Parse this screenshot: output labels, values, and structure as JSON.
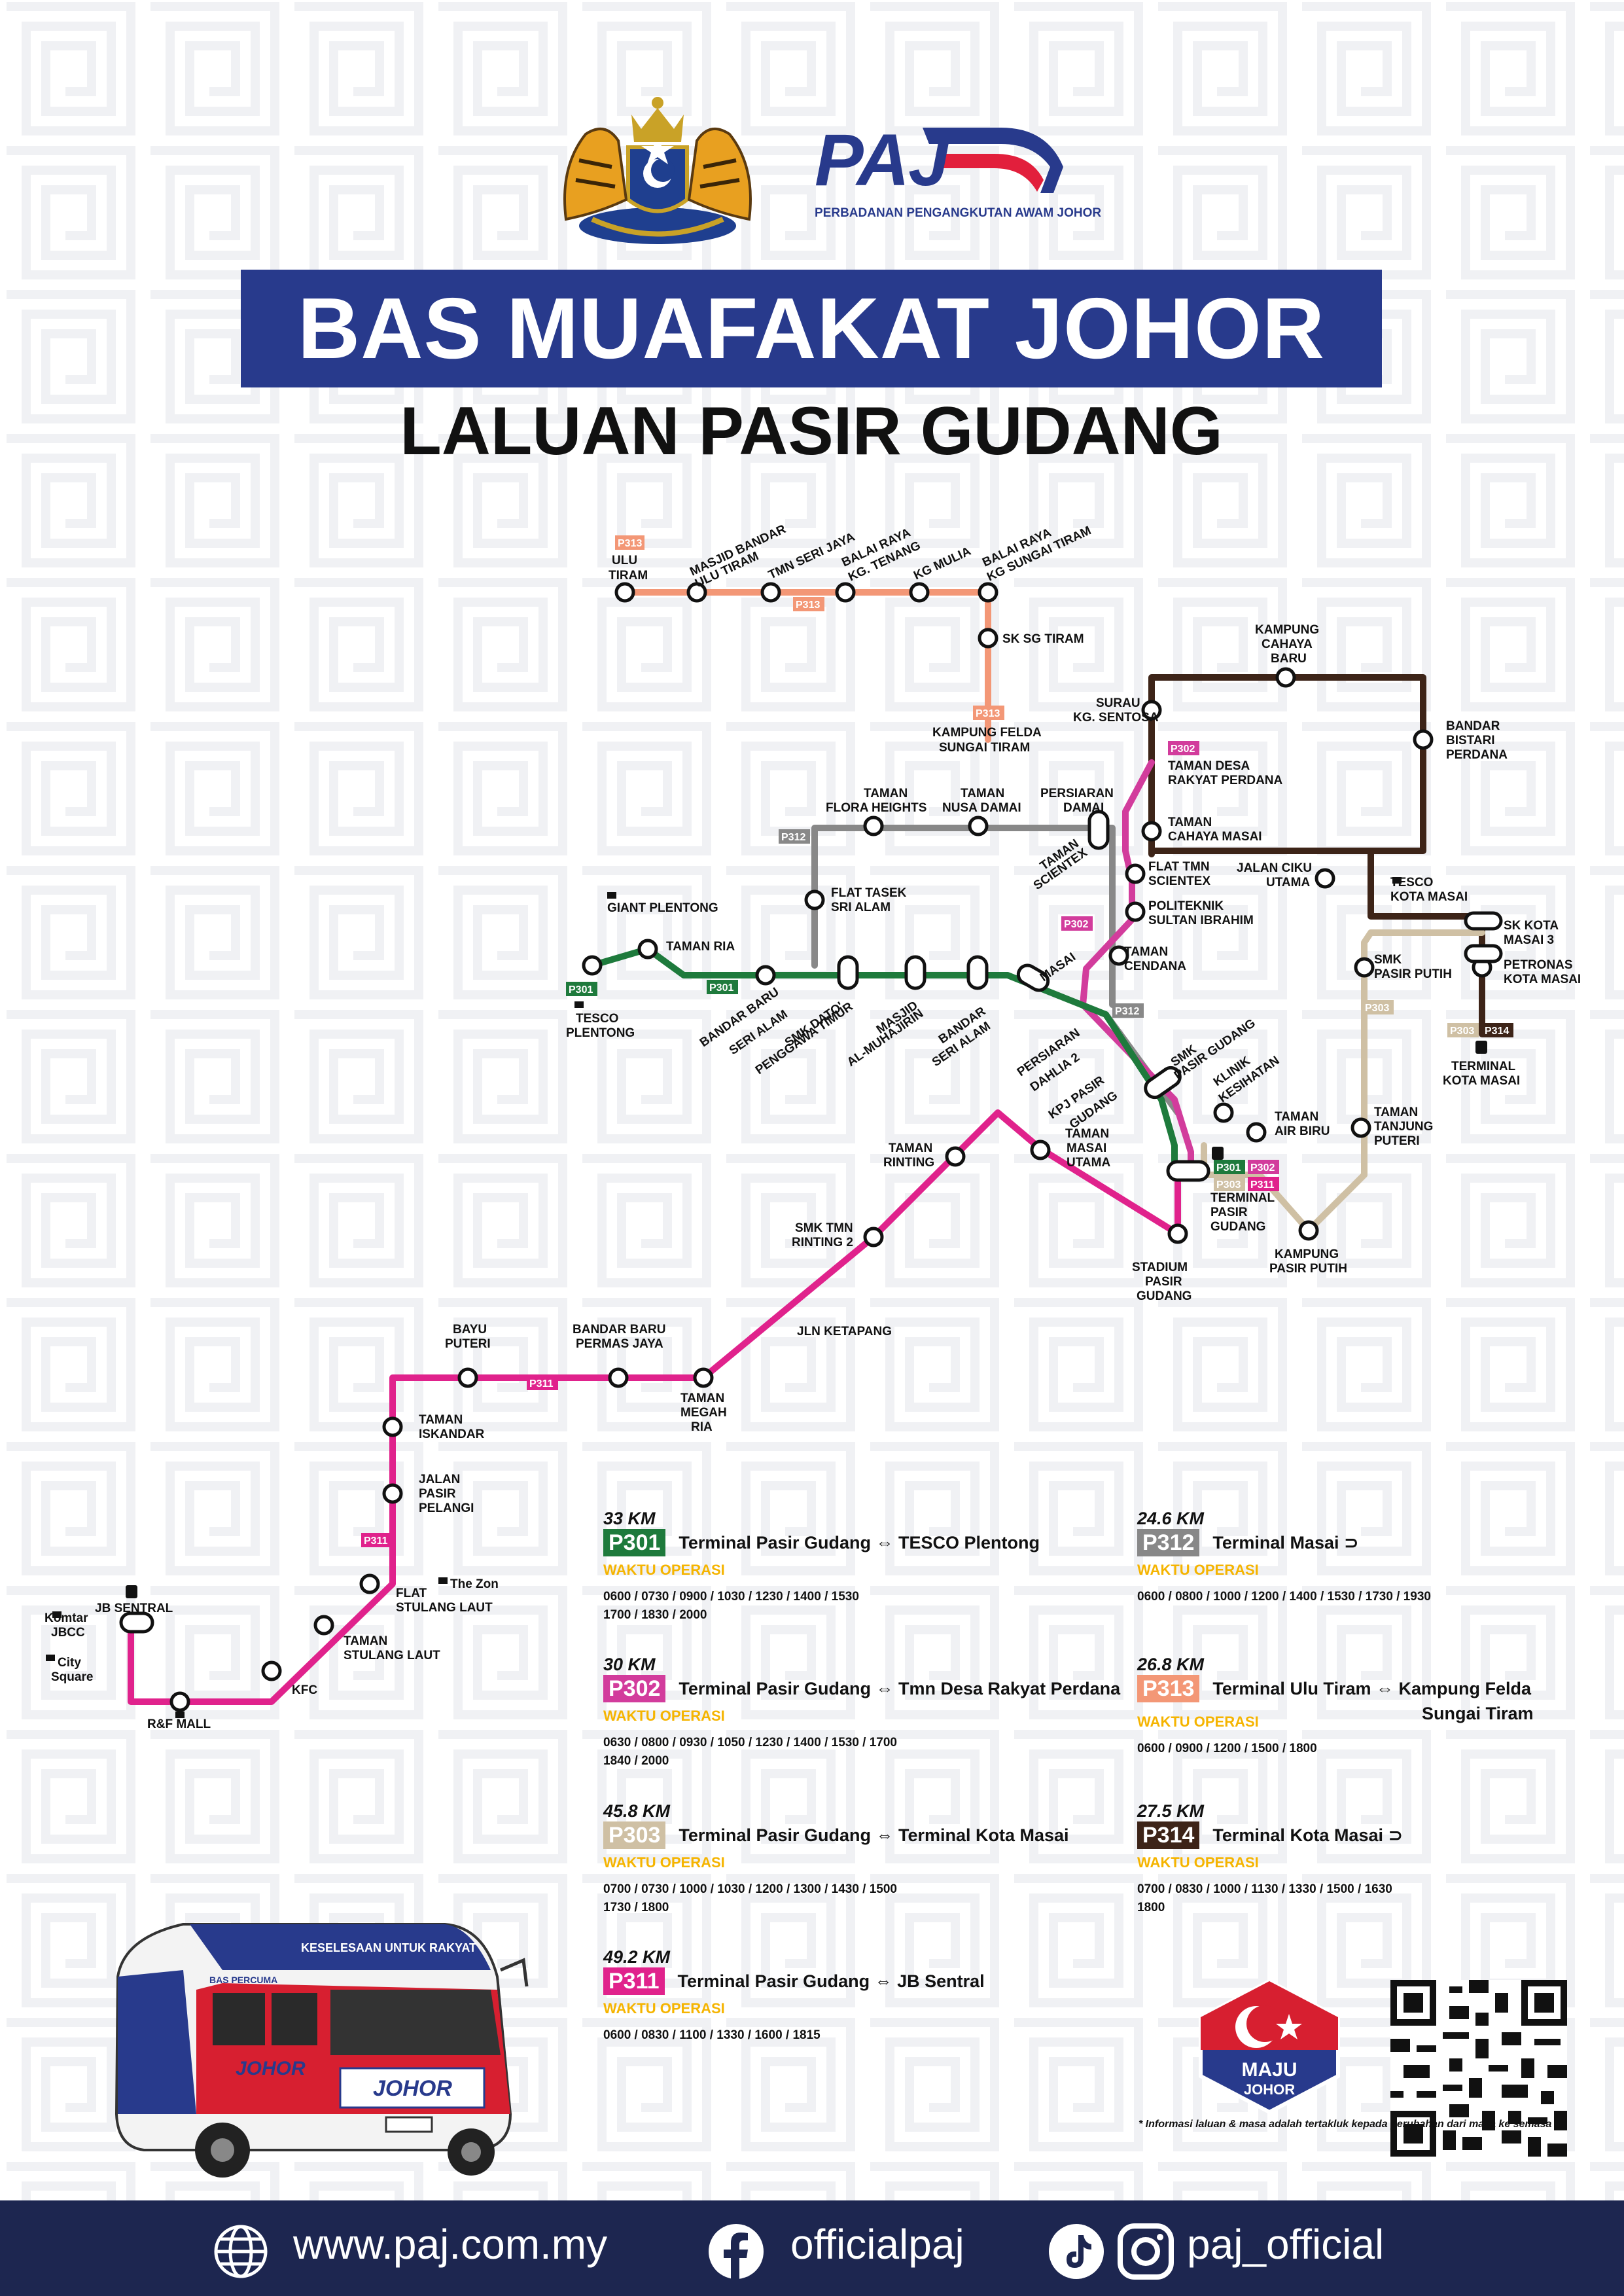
{
  "header": {
    "paj_logo_text": "PAJ",
    "paj_logo_subtitle": "PERBADANAN PENGANGKUTAN AWAM JOHOR",
    "title": "BAS MUAFAKAT JOHOR",
    "subtitle": "LALUAN PASIR GUDANG"
  },
  "colors": {
    "title_banner": "#283a8c",
    "P301": "#1e7a3c",
    "P302": "#d23c9c",
    "P303": "#cfc0a4",
    "P311": "#e0228c",
    "P312": "#888888",
    "P313": "#f39776",
    "P314": "#3d2418",
    "footer": "#1d2650"
  },
  "map_tags": {
    "p313_a": "P313",
    "p313_b": "P313",
    "p313_c": "P313",
    "p312_a": "P312",
    "p312_b": "P312",
    "p301_a": "P301",
    "p301_b": "P301",
    "p301_c": "P301",
    "p302_a": "P302",
    "p302_b": "P302",
    "p302_c": "P302",
    "p303_a": "P303",
    "p303_b": "P303",
    "p303_c": "P303",
    "p311_a": "P311",
    "p311_b": "P311",
    "p311_c": "P311",
    "p314_a": "P314"
  },
  "stations": {
    "ulu_tiram_1": "ULU",
    "ulu_tiram_2": "TIRAM",
    "masjid_bandar_1": "MASJID BANDAR",
    "masjid_bandar_2": "ULU TIRAM",
    "tmn_seri_jaya": "TMN SERI JAYA",
    "balai_raya_tenang_1": "BALAI RAYA",
    "balai_raya_tenang_2": "KG. TENANG",
    "kg_mulia": "KG MULIA",
    "balai_raya_sgtiram_1": "BALAI RAYA",
    "balai_raya_sgtiram_2": "KG SUNGAI TIRAM",
    "sk_sg_tiram": "SK SG TIRAM",
    "kampung_felda_1": "KAMPUNG FELDA",
    "kampung_felda_2": "SUNGAI TIRAM",
    "kampung_cahaya_1": "KAMPUNG",
    "kampung_cahaya_2": "CAHAYA",
    "kampung_cahaya_3": "BARU",
    "surau_1": "SURAU",
    "surau_2": "KG. SENTOSA",
    "bandar_bistari_1": "BANDAR",
    "bandar_bistari_2": "BISTARI",
    "bandar_bistari_3": "PERDANA",
    "taman_desa_1": "TAMAN DESA",
    "taman_desa_2": "RAKYAT PERDANA",
    "taman_cahaya_1": "TAMAN",
    "taman_cahaya_2": "CAHAYA MASAI",
    "taman_flora_1": "TAMAN",
    "taman_flora_2": "FLORA HEIGHTS",
    "taman_nusa_1": "TAMAN",
    "taman_nusa_2": "NUSA DAMAI",
    "persiaran_damai_1": "PERSIARAN",
    "persiaran_damai_2": "DAMAI",
    "taman_scientex_1": "TAMAN",
    "taman_scientex_2": "SCIENTEX",
    "flat_tmn_1": "FLAT TMN",
    "flat_tmn_2": "SCIENTEX",
    "politeknik_1": "POLITEKNIK",
    "politeknik_2": "SULTAN IBRAHIM",
    "jalan_ciku_1": "JALAN CIKU",
    "jalan_ciku_2": "UTAMA",
    "tesco_masai_1": "TESCO",
    "tesco_masai_2": "KOTA MASAI",
    "sk_kota_1": "SK KOTA",
    "sk_kota_2": "MASAI 3",
    "petronas_1": "PETRONAS",
    "petronas_2": "KOTA MASAI",
    "terminal_kota_1": "TERMINAL",
    "terminal_kota_2": "KOTA MASAI",
    "flat_tasek_1": "FLAT TASEK",
    "flat_tasek_2": "SRI ALAM",
    "giant_plentong": "GIANT PLENTONG",
    "taman_ria": "TAMAN RIA",
    "tesco_plentong_1": "TESCO",
    "tesco_plentong_2": "PLENTONG",
    "bandar_baru_sa_1": "BANDAR BARU",
    "bandar_baru_sa_2": "SERI ALAM",
    "smk_dato_1": "SMK DATO'",
    "smk_dato_2": "PENGGAWA TIMUR",
    "masjid_muhajirin_1": "MASJID",
    "masjid_muhajirin_2": "AL-MUHAJIRIN",
    "bandar_sa_1": "BANDAR",
    "bandar_sa_2": "SERI ALAM",
    "persiaran_dahlia_1": "PERSIARAN",
    "persiaran_dahlia_2": "DAHLIA 2",
    "masai": "MASAI",
    "taman_cendana_1": "TAMAN",
    "taman_cendana_2": "CENDANA",
    "smk_pasir_putih_1": "SMK",
    "smk_pasir_putih_2": "PASIR PUTIH",
    "kpj_1": "KPJ PASIR",
    "kpj_2": "GUDANG",
    "smk_pg_1": "SMK",
    "smk_pg_2": "PASIR GUDANG",
    "klinik_1": "KLINIK",
    "klinik_2": "KESIHATAN",
    "taman_air_biru_1": "TAMAN",
    "taman_air_biru_2": "AIR BIRU",
    "taman_tanjung_1": "TAMAN",
    "taman_tanjung_2": "TANJUNG",
    "taman_tanjung_3": "PUTERI",
    "terminal_pg_1": "TERMINAL",
    "terminal_pg_2": "PASIR",
    "terminal_pg_3": "GUDANG",
    "kampung_pp_1": "KAMPUNG",
    "kampung_pp_2": "PASIR PUTIH",
    "taman_rinting_1": "TAMAN",
    "taman_rinting_2": "RINTING",
    "taman_masai_utama_1": "TAMAN",
    "taman_masai_utama_2": "MASAI",
    "taman_masai_utama_3": "UTAMA",
    "stadium_1": "STADIUM",
    "stadium_2": "PASIR",
    "stadium_3": "GUDANG",
    "smk_rinting_1": "SMK TMN",
    "smk_rinting_2": "RINTING 2",
    "jln_ketapang": "JLN KETAPANG",
    "bandar_permas_1": "BANDAR BARU",
    "bandar_permas_2": "PERMAS JAYA",
    "bayu_puteri_1": "BAYU",
    "bayu_puteri_2": "PUTERI",
    "taman_megah_1": "TAMAN",
    "taman_megah_2": "MEGAH",
    "taman_megah_3": "RIA",
    "taman_iskandar_1": "TAMAN",
    "taman_iskandar_2": "ISKANDAR",
    "jalan_pelangi_1": "JALAN",
    "jalan_pelangi_2": "PASIR",
    "jalan_pelangi_3": "PELANGI",
    "the_zon": "The Zon",
    "flat_stulang_1": "FLAT",
    "flat_stulang_2": "STULANG LAUT",
    "taman_stulang_1": "TAMAN",
    "taman_stulang_2": "STULANG LAUT",
    "kfc": "KFC",
    "rf_mall": "R&F MALL",
    "jb_sentral": "JB SENTRAL",
    "komtar_1": "Komtar",
    "komtar_2": "JBCC",
    "city_square_1": "City",
    "city_square_2": "Square"
  },
  "routes": [
    {
      "code": "P301",
      "km": "33 KM",
      "desc": "Terminal Pasir Gudang ⇔ TESCO Plentong",
      "desc2": "",
      "waktu": "WAKTU OPERASI",
      "times1": "0600 / 0730 / 0900 / 1030 / 1230 / 1400 / 1530",
      "times2": "1700 / 1830 / 2000"
    },
    {
      "code": "P302",
      "km": "30 KM",
      "desc": "Terminal Pasir Gudang ⇔ Tmn Desa Rakyat Perdana",
      "desc2": "",
      "waktu": "WAKTU OPERASI",
      "times1": "0630 / 0800 / 0930 / 1050 / 1230 / 1400 / 1530 / 1700",
      "times2": "1840 / 2000"
    },
    {
      "code": "P303",
      "km": "45.8 KM",
      "desc": "Terminal Pasir Gudang ⇔ Terminal Kota Masai",
      "desc2": "",
      "waktu": "WAKTU OPERASI",
      "times1": "0700 / 0730 / 1000 / 1030 / 1200 / 1300 / 1430 / 1500",
      "times2": "1730 / 1800"
    },
    {
      "code": "P311",
      "km": "49.2 KM",
      "desc": "Terminal Pasir Gudang ⇔ JB Sentral",
      "desc2": "",
      "waktu": "WAKTU OPERASI",
      "times1": "0600 / 0830 / 1100 / 1330 / 1600 / 1815",
      "times2": ""
    },
    {
      "code": "P312",
      "km": "24.6 KM",
      "desc": "Terminal Masai ⊃",
      "desc2": "",
      "waktu": "WAKTU OPERASI",
      "times1": "0600 / 0800 / 1000 / 1200 / 1400 / 1530 / 1730 / 1930",
      "times2": ""
    },
    {
      "code": "P313",
      "km": "26.8 KM",
      "desc": "Terminal Ulu Tiram ⇔ Kampung Felda",
      "desc2": "Sungai Tiram",
      "waktu": "WAKTU OPERASI",
      "times1": "0600 / 0900 / 1200 / 1500 / 1800",
      "times2": ""
    },
    {
      "code": "P314",
      "km": "27.5 KM",
      "desc": "Terminal Kota Masai ⊃",
      "desc2": "",
      "waktu": "WAKTU OPERASI",
      "times1": "0700 / 0830 / 1000 / 1130 / 1330 / 1500 / 1630",
      "times2": "1800"
    }
  ],
  "bus": {
    "roof_text": "KESELESAAN UNTUK RAKYAT",
    "side_text": "BAS PERCUMA",
    "brand": "JOHOR"
  },
  "maju_johor": {
    "line1": "MAJU",
    "line2": "JOHOR"
  },
  "disclaimer": "* Informasi laluan & masa adalah tertakluk kepada perubahan dari masa ke semasa",
  "footer": {
    "website": "www.paj.com.my",
    "facebook": "officialpaj",
    "social": "paj_official"
  }
}
